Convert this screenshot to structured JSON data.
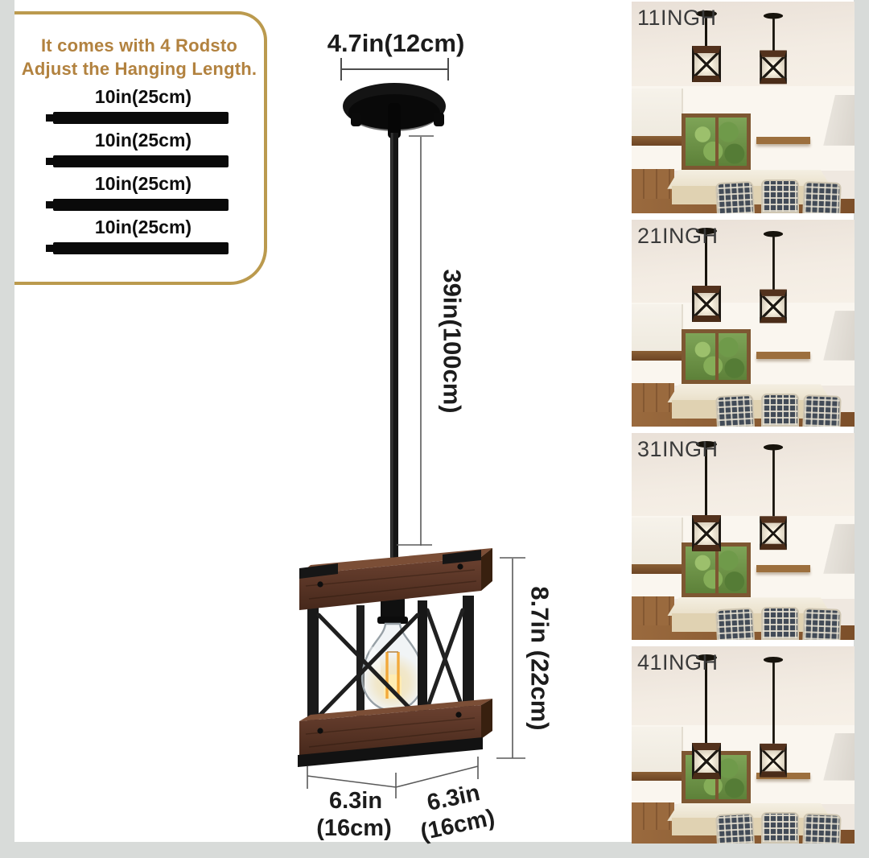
{
  "rods_box": {
    "heading_line1": "It comes with 4 Rodsto",
    "heading_line2": "Adjust the Hanging Length.",
    "rod_labels": [
      "10in(25cm)",
      "10in(25cm)",
      "10in(25cm)",
      "10in(25cm)"
    ],
    "border_color": "#bb9a4e",
    "heading_color": "#b2823f"
  },
  "diagram": {
    "canopy_width": "4.7in(12cm)",
    "rod_length": "39in(100cm)",
    "cage_height": "8.7in (22cm)",
    "cage_width_line1": "6.3in",
    "cage_width_line2": "(16cm)",
    "cage_depth_line1": "6.3in",
    "cage_depth_line2": "(16cm)"
  },
  "lifestyle_photos": [
    {
      "label": "11INGH"
    },
    {
      "label": "21INGH"
    },
    {
      "label": "31INGH"
    },
    {
      "label": "41INGH"
    }
  ],
  "colors": {
    "gold_border": "#bb9a4e",
    "wood": "#5d3828",
    "metal_black": "#161616",
    "bulb_glow": "#ffdf8e",
    "edge_gray": "#d8dbd9"
  }
}
